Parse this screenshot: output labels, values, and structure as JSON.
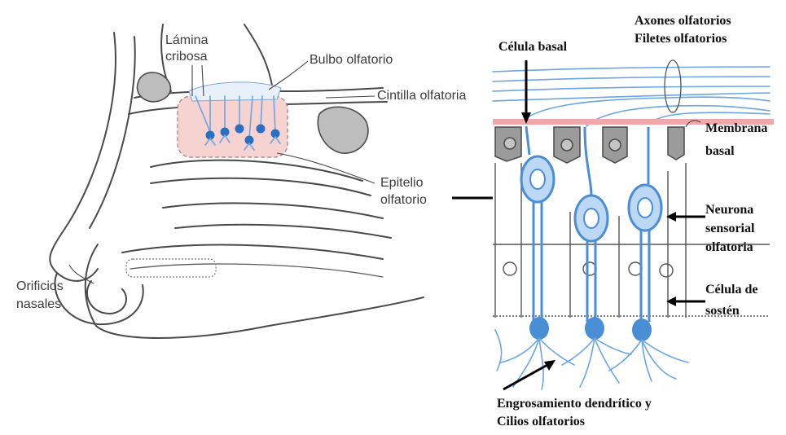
{
  "left_panel": {
    "labels": {
      "lamina_line1": "Lámina",
      "lamina_line2": "cribosa",
      "bulbo": "Bulbo olfatorio",
      "cintilla": "Cintilla olfatoria",
      "epitelio_line1": "Epitelio",
      "epitelio_line2": "olfatorio",
      "orificios_line1": "Orificios",
      "orificios_line2": "nasales"
    }
  },
  "right_panel": {
    "labels": {
      "axones_line1": "Axones olfatorios",
      "axones_line2": "Filetes olfatorios",
      "celula_basal": "Célula basal",
      "membrana_line1": "Membrana",
      "membrana_line2": "basal",
      "neurona_line1": "Neurona",
      "neurona_line2": "sensorial",
      "neurona_line3": "olfatoria",
      "sosten_line1": "Célula de",
      "sosten_line2": "sostén",
      "engrosamiento_line1": "Engrosamiento dendrítico y",
      "engrosamiento_line2": "Cilios olfatorios"
    }
  },
  "colors": {
    "epithelium_pink": "#f6d2d0",
    "neuron_blue": "#4a8fd6",
    "neuron_light": "#bcd8f4",
    "membrane_pink": "#f0a8aa",
    "basal_cell_gray": "#9b9b9b"
  }
}
